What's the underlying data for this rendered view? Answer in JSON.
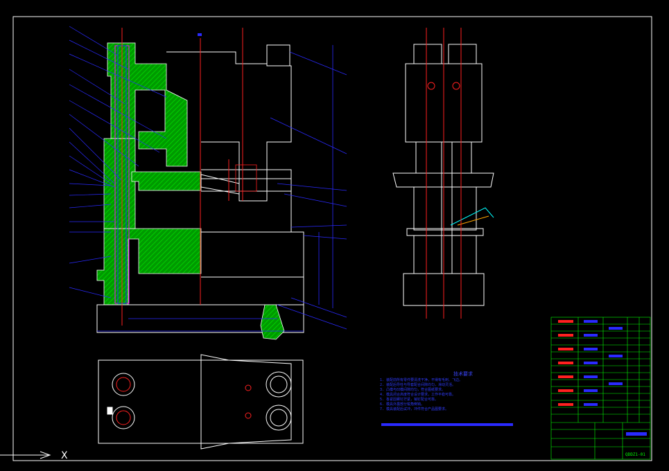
{
  "notes": {
    "title": "技术要求",
    "lines": [
      "1. 装配前所有零件要清洗干净，不得有毛刺、飞边。",
      "2. 装配后导柱与导套配合间隙均匀，滑动灵活。",
      "3. 凸模与凹模间隙均匀，符合图纸要求。",
      "4. 模具闭合高度符合设计要求，工作平稳可靠。",
      "5. 各紧固螺钉拧紧，销钉配合可靠。",
      "6. 模具外露部分锐角倒钝。",
      "7. 模具装配后试冲，冲件符合产品图要求。"
    ]
  },
  "title_block": {
    "drawing_no": "QDDZ1-01"
  },
  "axis_label": "X",
  "colors": {
    "outline": "#ffffff",
    "centerline": "#ff2020",
    "leader": "#2a2aff",
    "hatch": "#00b000",
    "table": "#00ff00",
    "cyan": "#00ffff",
    "magenta": "#ff00ff",
    "yellow": "#ffff00"
  }
}
